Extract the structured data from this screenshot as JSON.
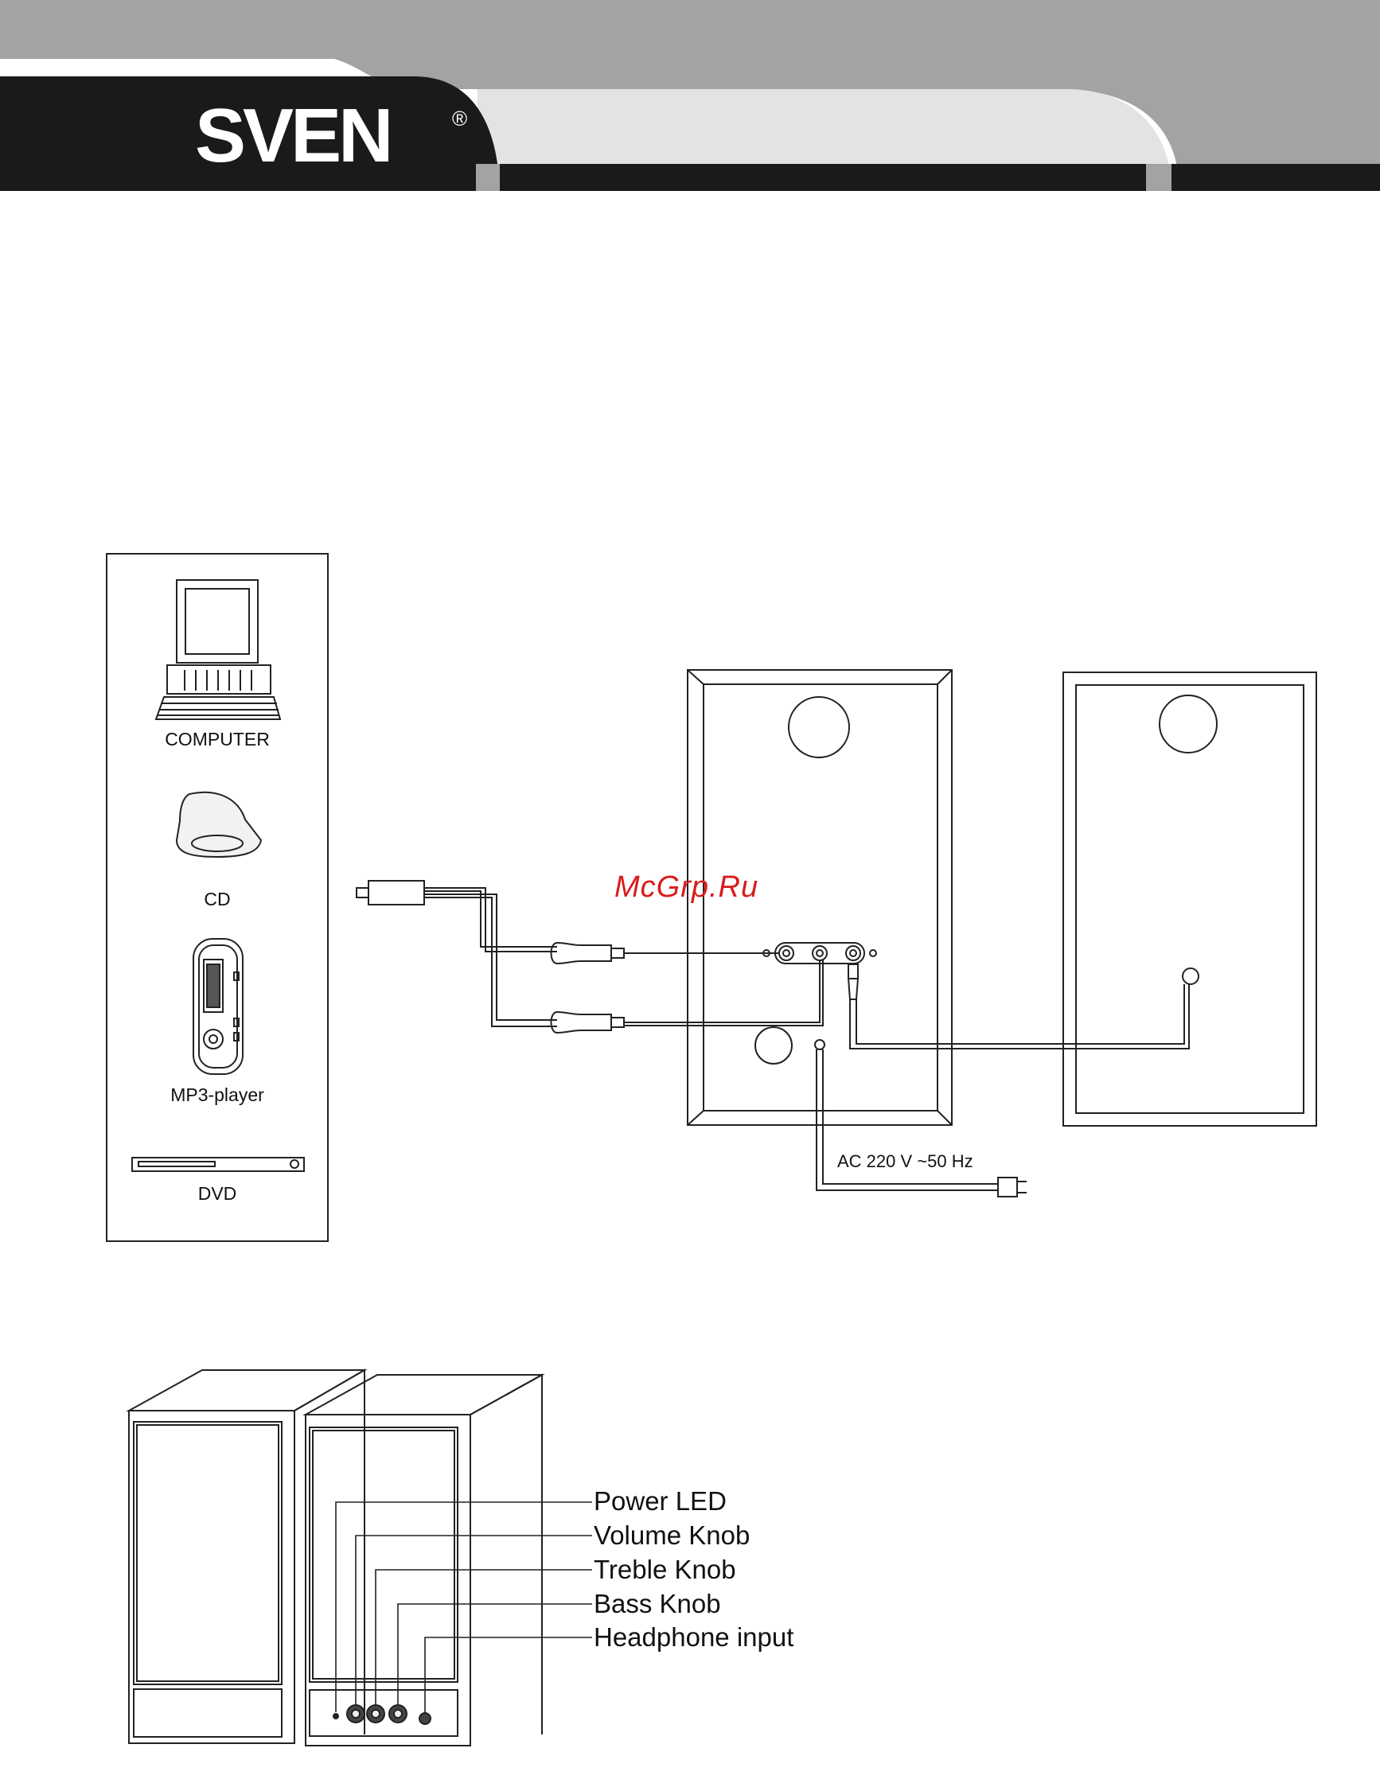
{
  "header": {
    "brand": "SVEN",
    "registered_mark": "®",
    "colors": {
      "dark": "#1a1a1a",
      "gray": "#a3a3a3",
      "light_gray": "#e3e3e3"
    }
  },
  "sources_panel": {
    "items": [
      {
        "label": "COMPUTER",
        "icon": "computer-icon"
      },
      {
        "label": "CD",
        "icon": "cd-player-icon"
      },
      {
        "label": "MP3-player",
        "icon": "mp3-player-icon"
      },
      {
        "label": "DVD",
        "icon": "dvd-player-icon"
      }
    ]
  },
  "connection_diagram": {
    "power_label": "AC 220 V ~50 Hz",
    "watermark": "McGrp.Ru"
  },
  "front_panel": {
    "callouts": [
      {
        "label": "Power LED"
      },
      {
        "label": "Volume Knob"
      },
      {
        "label": "Treble Knob"
      },
      {
        "label": "Bass Knob"
      },
      {
        "label": "Headphone input"
      }
    ]
  }
}
